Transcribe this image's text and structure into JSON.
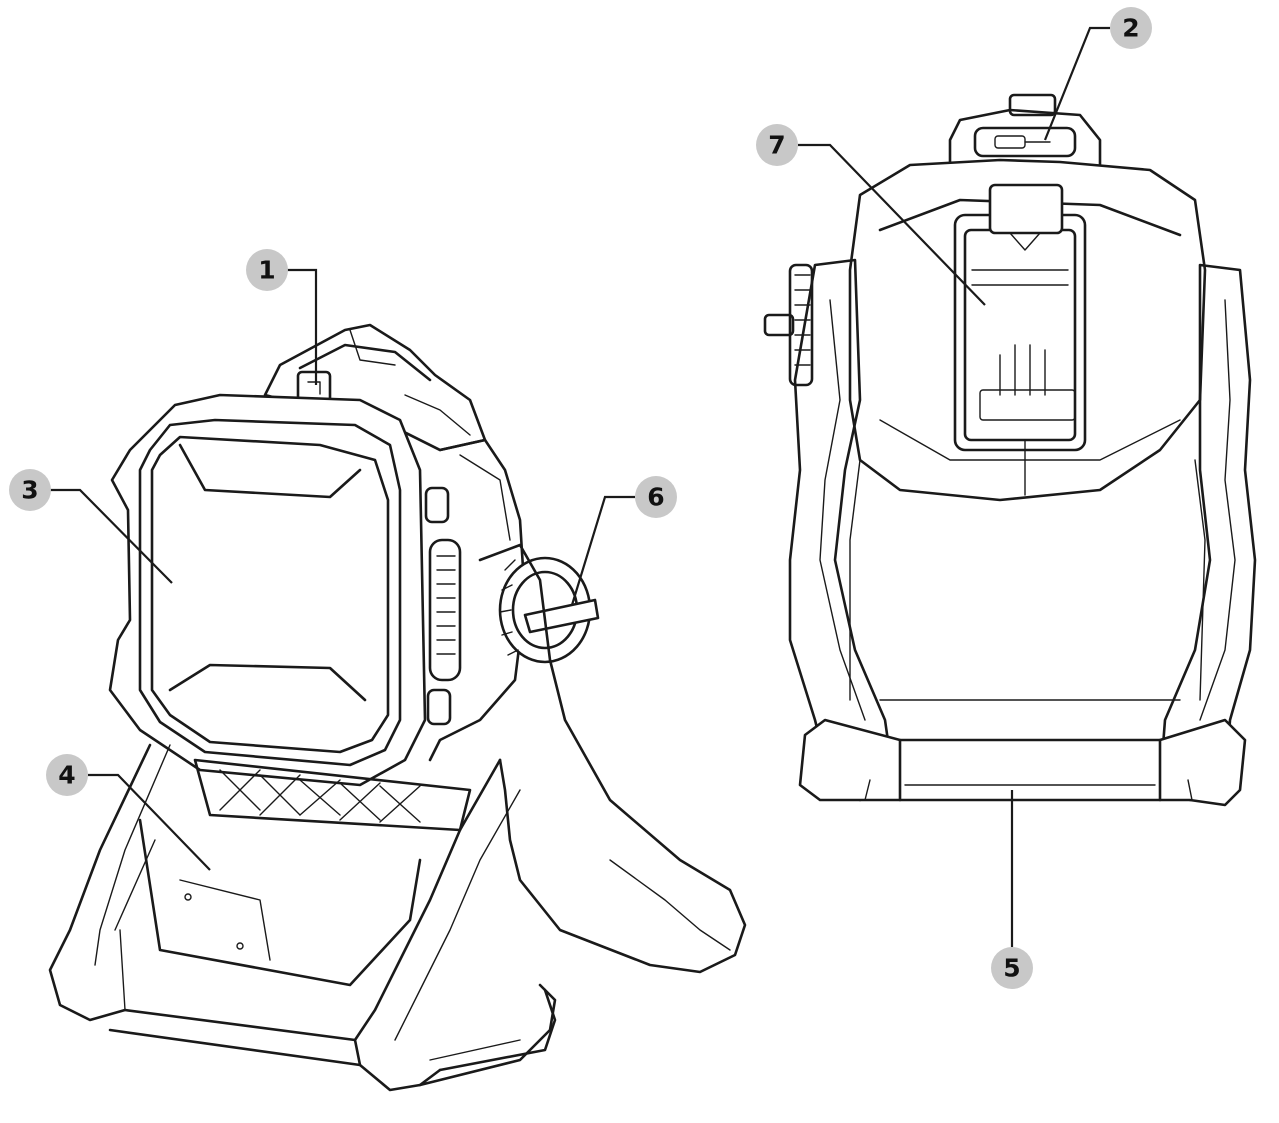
{
  "callouts": [
    {
      "id": "1",
      "label": "1"
    },
    {
      "id": "2",
      "label": "2"
    },
    {
      "id": "3",
      "label": "3"
    },
    {
      "id": "4",
      "label": "4"
    },
    {
      "id": "5",
      "label": "5"
    },
    {
      "id": "6",
      "label": "6"
    },
    {
      "id": "7",
      "label": "7"
    }
  ],
  "style": {
    "callout_fill": "#c8c8c8",
    "line_color": "#1a1a1a",
    "background": "#ffffff"
  }
}
